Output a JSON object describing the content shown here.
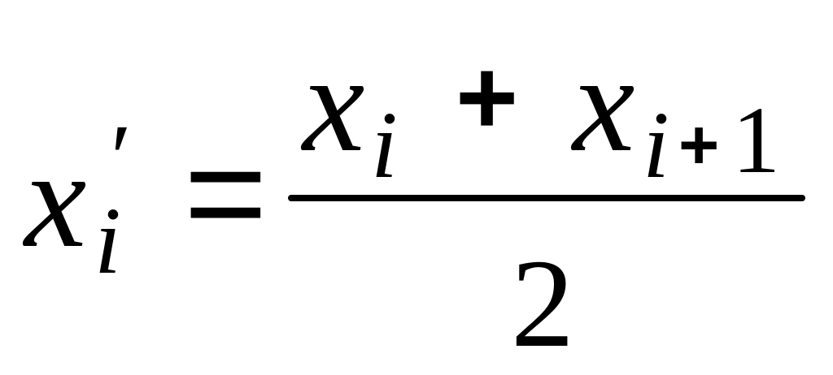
{
  "equation": {
    "lhs": {
      "variable": "x",
      "subscript": "i",
      "prime": "′"
    },
    "equals_sign": "=",
    "numerator": {
      "term1": {
        "variable": "x",
        "subscript": "i"
      },
      "operator": "+",
      "term2": {
        "variable": "x",
        "subscript_index": "i",
        "subscript_operator": "+",
        "subscript_number": "1"
      }
    },
    "denominator": "2"
  }
}
